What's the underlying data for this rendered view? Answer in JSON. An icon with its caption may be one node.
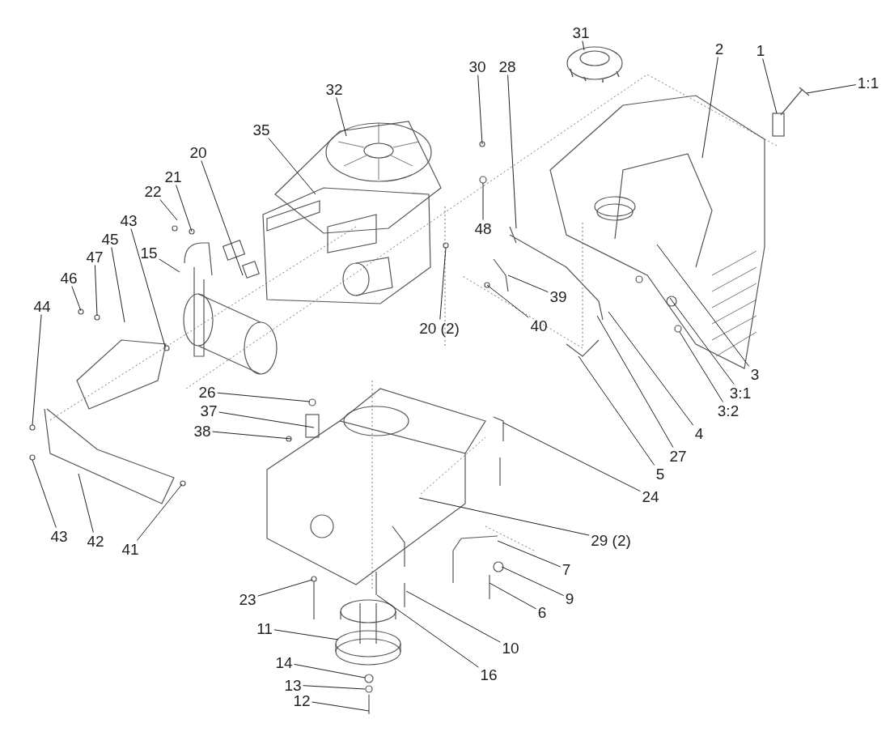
{
  "diagram": {
    "nodes": [
      {
        "text": [
          "31"
        ]
      },
      {
        "text": [
          "30"
        ]
      },
      {
        "text": [
          "28"
        ]
      },
      {
        "text": [
          "2"
        ]
      },
      {
        "text": [
          "1"
        ]
      },
      {
        "text": [
          "1:1"
        ]
      },
      {
        "text": [
          "32"
        ]
      },
      {
        "text": [
          "35"
        ]
      },
      {
        "text": [
          "20"
        ]
      },
      {
        "text": [
          "21"
        ]
      },
      {
        "text": [
          "22"
        ]
      },
      {
        "text": [
          "43"
        ]
      },
      {
        "text": [
          "48"
        ]
      },
      {
        "text": [
          "45"
        ]
      },
      {
        "text": [
          "15"
        ]
      },
      {
        "text": [
          "47"
        ]
      },
      {
        "text": [
          "46"
        ]
      },
      {
        "text": [
          "39"
        ]
      },
      {
        "text": [
          "44"
        ]
      },
      {
        "text": [
          "40"
        ]
      },
      {
        "text": [
          "20 (2)"
        ]
      },
      {
        "text": [
          "3"
        ]
      },
      {
        "text": [
          "3:1"
        ]
      },
      {
        "text": [
          "26"
        ]
      },
      {
        "text": [
          "37"
        ]
      },
      {
        "text": [
          "3:2"
        ]
      },
      {
        "text": [
          "38"
        ]
      },
      {
        "text": [
          "4"
        ]
      },
      {
        "text": [
          "27"
        ]
      },
      {
        "text": [
          "5"
        ]
      },
      {
        "text": [
          "24"
        ]
      },
      {
        "text": [
          "43"
        ]
      },
      {
        "text": [
          "42"
        ]
      },
      {
        "text": [
          "29 (2)"
        ]
      },
      {
        "text": [
          "41"
        ]
      },
      {
        "text": [
          "7"
        ]
      },
      {
        "text": [
          "9"
        ]
      },
      {
        "text": [
          "23"
        ]
      },
      {
        "text": [
          "6"
        ]
      },
      {
        "text": [
          "11"
        ]
      },
      {
        "text": [
          "10"
        ]
      },
      {
        "text": [
          "14"
        ]
      },
      {
        "text": [
          "16"
        ]
      },
      {
        "text": [
          "13"
        ]
      },
      {
        "text": [
          "12"
        ]
      }
    ],
    "edges": [
      {
        "from": 0,
        "to": null,
        "arrow": "none"
      },
      {
        "from": 1,
        "to": null,
        "arrow": "none"
      },
      {
        "from": 2,
        "to": null,
        "arrow": "none"
      },
      {
        "from": 3,
        "to": null,
        "arrow": "none"
      },
      {
        "from": 4,
        "to": null,
        "arrow": "none"
      },
      {
        "from": 5,
        "to": null,
        "arrow": "none"
      },
      {
        "from": 6,
        "to": null,
        "arrow": "none"
      },
      {
        "from": 7,
        "to": null,
        "arrow": "none"
      },
      {
        "from": 8,
        "to": null,
        "arrow": "none"
      },
      {
        "from": 9,
        "to": null,
        "arrow": "none"
      },
      {
        "from": 10,
        "to": null,
        "arrow": "none"
      },
      {
        "from": 11,
        "to": null,
        "arrow": "none"
      },
      {
        "from": 12,
        "to": null,
        "arrow": "none"
      },
      {
        "from": 13,
        "to": null,
        "arrow": "none"
      },
      {
        "from": 14,
        "to": null,
        "arrow": "none"
      },
      {
        "from": 15,
        "to": null,
        "arrow": "none"
      },
      {
        "from": 16,
        "to": null,
        "arrow": "none"
      },
      {
        "from": 17,
        "to": null,
        "arrow": "none"
      },
      {
        "from": 18,
        "to": null,
        "arrow": "none"
      },
      {
        "from": 19,
        "to": null,
        "arrow": "none"
      },
      {
        "from": 20,
        "to": null,
        "arrow": "none"
      },
      {
        "from": 21,
        "to": null,
        "arrow": "none"
      },
      {
        "from": 22,
        "to": null,
        "arrow": "none"
      },
      {
        "from": 23,
        "to": null,
        "arrow": "none"
      },
      {
        "from": 24,
        "to": null,
        "arrow": "none"
      },
      {
        "from": 25,
        "to": null,
        "arrow": "none"
      },
      {
        "from": 26,
        "to": null,
        "arrow": "none"
      },
      {
        "from": 27,
        "to": null,
        "arrow": "none"
      },
      {
        "from": 28,
        "to": null,
        "arrow": "none"
      },
      {
        "from": 29,
        "to": null,
        "arrow": "none"
      },
      {
        "from": 30,
        "to": null,
        "arrow": "none"
      },
      {
        "from": 31,
        "to": null,
        "arrow": "none"
      },
      {
        "from": 32,
        "to": null,
        "arrow": "none"
      },
      {
        "from": 33,
        "to": null,
        "arrow": "none"
      },
      {
        "from": 34,
        "to": null,
        "arrow": "none"
      },
      {
        "from": 35,
        "to": null,
        "arrow": "none"
      },
      {
        "from": 36,
        "to": null,
        "arrow": "none"
      },
      {
        "from": 37,
        "to": null,
        "arrow": "none"
      },
      {
        "from": 38,
        "to": null,
        "arrow": "none"
      },
      {
        "from": 39,
        "to": null,
        "arrow": "none"
      },
      {
        "from": 40,
        "to": null,
        "arrow": "none"
      },
      {
        "from": 41,
        "to": null,
        "arrow": "none"
      },
      {
        "from": 42,
        "to": null,
        "arrow": "none"
      },
      {
        "from": 43,
        "to": null,
        "arrow": "none"
      },
      {
        "from": 44,
        "to": null,
        "arrow": "none"
      }
    ]
  }
}
